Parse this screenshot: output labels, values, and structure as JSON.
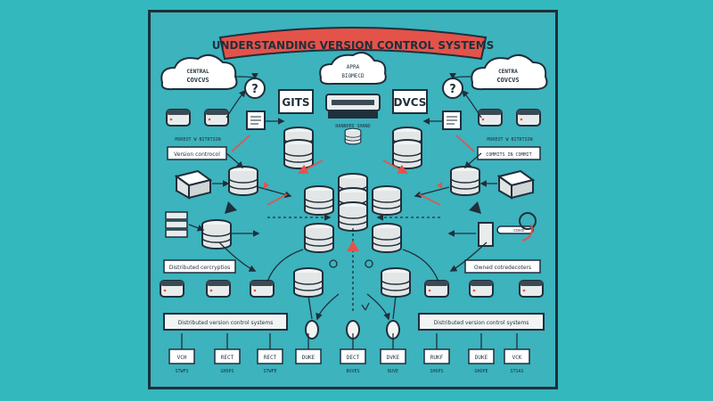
{
  "diagram": {
    "title": "UNDERSTANDING VERSION CONTROL SYSTEMS",
    "cloud_left": "CENTRAL\nCOVCVS",
    "cloud_center": "APRA\nBIOMECD",
    "cloud_right": "CENTRA\nCOVCVS",
    "left_box": "GITS",
    "right_box": "DVCS",
    "server_caption": "HANNOED SHAND",
    "left_node_caption": "MOREOT W BITRTION",
    "right_node_caption": "MOREOT W BITRTION",
    "label_version_control": "Version controcol",
    "label_commits": "COMMITS IN COMMIT",
    "label_distributed_ecosystem": "Distributed cercryptios",
    "label_owned": "Owned cotredecoters",
    "label_branch": "cosd",
    "banner_left": "Distributed version control systems",
    "banner_right": "Distributed version control systems",
    "bottom_row": [
      {
        "label": "VCH",
        "caption": "STWFS"
      },
      {
        "label": "RECT",
        "caption": "GHOPS"
      },
      {
        "label": "RECT",
        "caption": "STWFE"
      },
      {
        "label": "DUKE",
        "caption": ""
      },
      {
        "label": "DECT",
        "caption": "BUVES"
      },
      {
        "label": "DVKE",
        "caption": "BUVE"
      },
      {
        "label": "RUKF",
        "caption": "SHOPS"
      },
      {
        "label": "DUKE",
        "caption": "GHOPE"
      },
      {
        "label": "VCK",
        "caption": "STSAS"
      }
    ],
    "colors": {
      "background": "#33b9bd",
      "panel": "#3cb3bd",
      "ink": "#1f2f3b",
      "accent": "#e3534a",
      "device": "#e9ecec"
    },
    "icons": [
      "cloud-icon",
      "question-icon",
      "server-icon",
      "database-icon",
      "terminal-icon",
      "arrow-icon",
      "document-icon",
      "brush-icon"
    ]
  }
}
